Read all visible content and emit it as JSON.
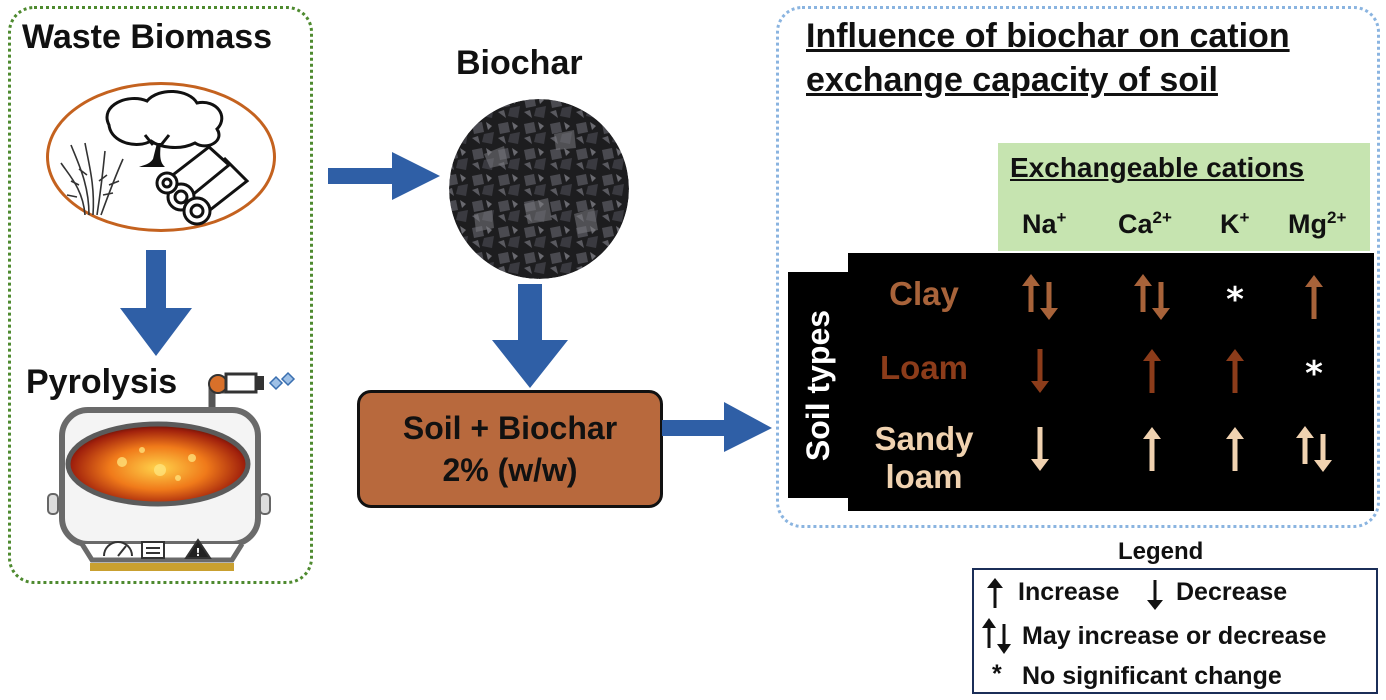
{
  "biomass": {
    "title": "Waste Biomass",
    "pyrolysis_label": "Pyrolysis"
  },
  "biochar": {
    "title": "Biochar",
    "mix_line1": "Soil + Biochar",
    "mix_line2": "2% (w/w)"
  },
  "influence": {
    "title_line1": "Influence of biochar on cation",
    "title_line2": "exchange capacity of soil",
    "cation_header": "Exchangeable cations",
    "cations": [
      {
        "base": "Na",
        "charge": "+"
      },
      {
        "base": "Ca",
        "charge": "2+"
      },
      {
        "base": "K",
        "charge": "+"
      },
      {
        "base": "Mg",
        "charge": "2+"
      }
    ],
    "soil_axis_label": "Soil types",
    "rows": [
      {
        "label_line1": "Clay",
        "label_line2": "",
        "color": "#a8633a",
        "effects": [
          "increase-or-decrease",
          "increase-or-decrease",
          "no-significant-change",
          "increase"
        ]
      },
      {
        "label_line1": "Loam",
        "label_line2": "",
        "color": "#8c3c1a",
        "effects": [
          "decrease",
          "increase",
          "increase",
          "no-significant-change"
        ]
      },
      {
        "label_line1": "Sandy",
        "label_line2": "loam",
        "color": "#f0d2b0",
        "effects": [
          "decrease",
          "increase",
          "increase",
          "increase-or-decrease"
        ]
      }
    ]
  },
  "legend": {
    "title": "Legend",
    "increase": "Increase",
    "decrease": "Decrease",
    "increase_or_decrease": "May increase or decrease",
    "no_change": "No significant change"
  },
  "colors": {
    "arrow_blue": "#2f5fa6",
    "biomass_border": "#4e8a2f",
    "influence_border": "#8ab4e0",
    "soil_box": "#b8693d",
    "cation_header_bg": "#c6e4b0"
  }
}
